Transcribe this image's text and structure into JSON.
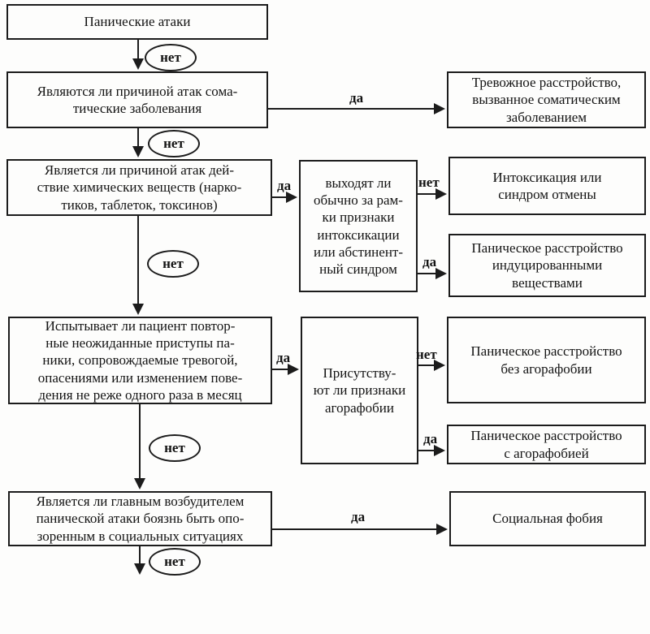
{
  "labels": {
    "yes": "да",
    "no": "нет"
  },
  "nodes": {
    "start": {
      "text": "Панические атаки"
    },
    "q_somatic": {
      "text": "Являются ли причиной атак сома-\nтические заболевания"
    },
    "q_chemical": {
      "text": "Является ли причиной атак дей-\nствие химических веществ (нарко-\nтиков, таблеток, токсинов)"
    },
    "q_recurrent": {
      "text": "Испытывает ли пациент повтор-\nные неожиданные приступы па-\nники, сопровождаемые тревогой,\nопасениями или изменением пове-\nдения не реже одного раза в месяц"
    },
    "q_social": {
      "text": "Является ли главным возбудителем\nпанической атаки боязнь быть опо-\nзоренным в социальных ситуациях"
    },
    "q_intox_limits": {
      "text": "выходят ли\nобычно за рам-\nки признаки\nинтоксикации\nили абстинент-\nный синдром"
    },
    "q_agoraphobia": {
      "text": "Присутству-\nют ли признаки\nагорафобии"
    },
    "dx_anxiety_somatic": {
      "text": "Тревожное расстройство,\nвызванное соматическим\nзаболеванием"
    },
    "dx_intoxication": {
      "text": "Интоксикация или\nсиндром отмены"
    },
    "dx_substance_panic": {
      "text": "Паническое расстройство\nиндуцированными\nвеществами"
    },
    "dx_panic_no_agoraphobia": {
      "text": "Паническое расстройство\nбез агорафобии"
    },
    "dx_panic_with_agoraphobia": {
      "text": "Паническое расстройство\nс агорафобией"
    },
    "dx_social_phobia": {
      "text": "Социальная фобия"
    }
  }
}
